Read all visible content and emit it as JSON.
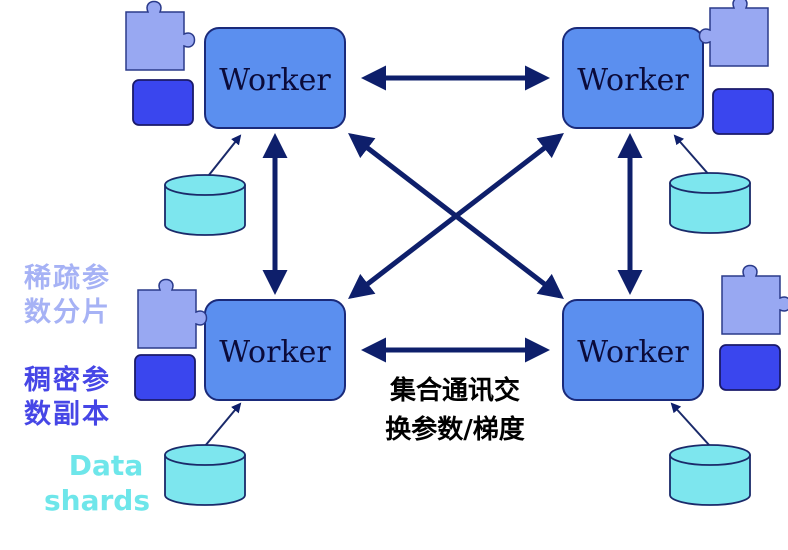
{
  "workers": [
    {
      "label": "Worker"
    },
    {
      "label": "Worker"
    },
    {
      "label": "Worker"
    },
    {
      "label": "Worker"
    }
  ],
  "legend": {
    "sparse": {
      "line1": "稀疏参",
      "line2": "数分片",
      "color": "#a6b2f5"
    },
    "dense": {
      "line1": "稠密参",
      "line2": "数副本",
      "color": "#4646e6"
    },
    "data": {
      "line1": "Data",
      "line2": "shards",
      "color": "#6ee6ea"
    }
  },
  "center_caption": {
    "line1": "集合通讯交",
    "line2": "换参数/梯度"
  },
  "colors": {
    "worker_fill": "#5b8fef",
    "worker_stroke": "#1a2a7a",
    "arrow": "#0e1f6b",
    "puzzle_fill": "#98a8f2",
    "dense_fill": "#3a46ee",
    "cylinder_fill": "#7de6ee"
  }
}
